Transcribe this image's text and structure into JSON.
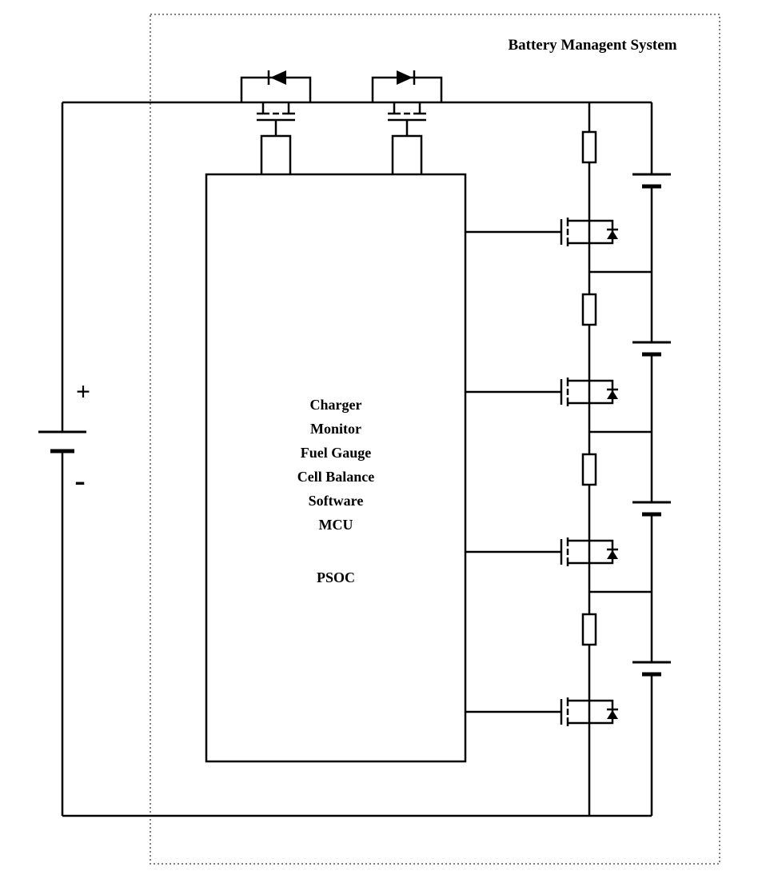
{
  "diagram": {
    "title": "Battery Managent System",
    "controller": {
      "lines": [
        "Charger",
        "Monitor",
        "Fuel Gauge",
        "Cell Balance",
        "Software",
        "MCU",
        "PSOC"
      ]
    },
    "battery": {
      "plus": "+",
      "minus": "-"
    },
    "colors": {
      "wire": "#000000",
      "background": "#ffffff",
      "boundary": "#555555"
    }
  }
}
